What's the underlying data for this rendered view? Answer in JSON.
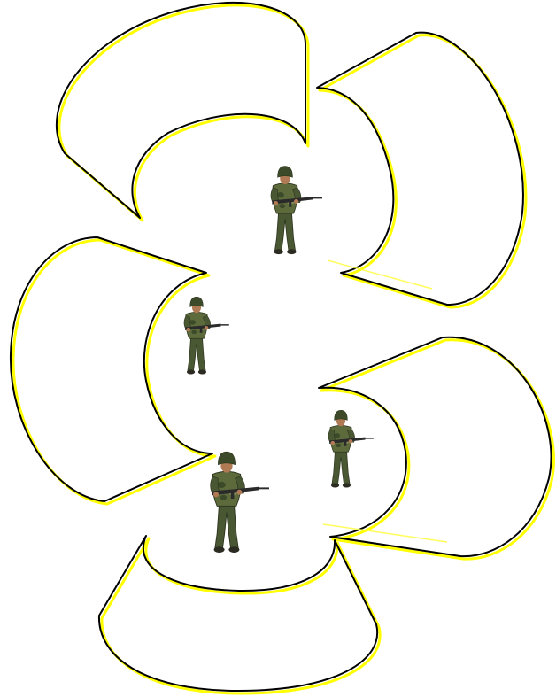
{
  "scene": {
    "description_free": true,
    "background_color": "#ffffff",
    "outline_color": "#000000",
    "shadow_outline_color": "#ffff00",
    "soldier_count": 4,
    "petal_count": 5,
    "icons": {
      "petal": "curved-panel-shape",
      "soldier": "soldier-with-rifle-figure"
    },
    "colors": {
      "camo_dark": "#3c4a2a",
      "camo_mid": "#5d6b3c",
      "camo_light": "#8a8f5a",
      "skin": "#b07a55",
      "boots": "#2b2b22",
      "rifle": "#2a2a2a"
    }
  }
}
